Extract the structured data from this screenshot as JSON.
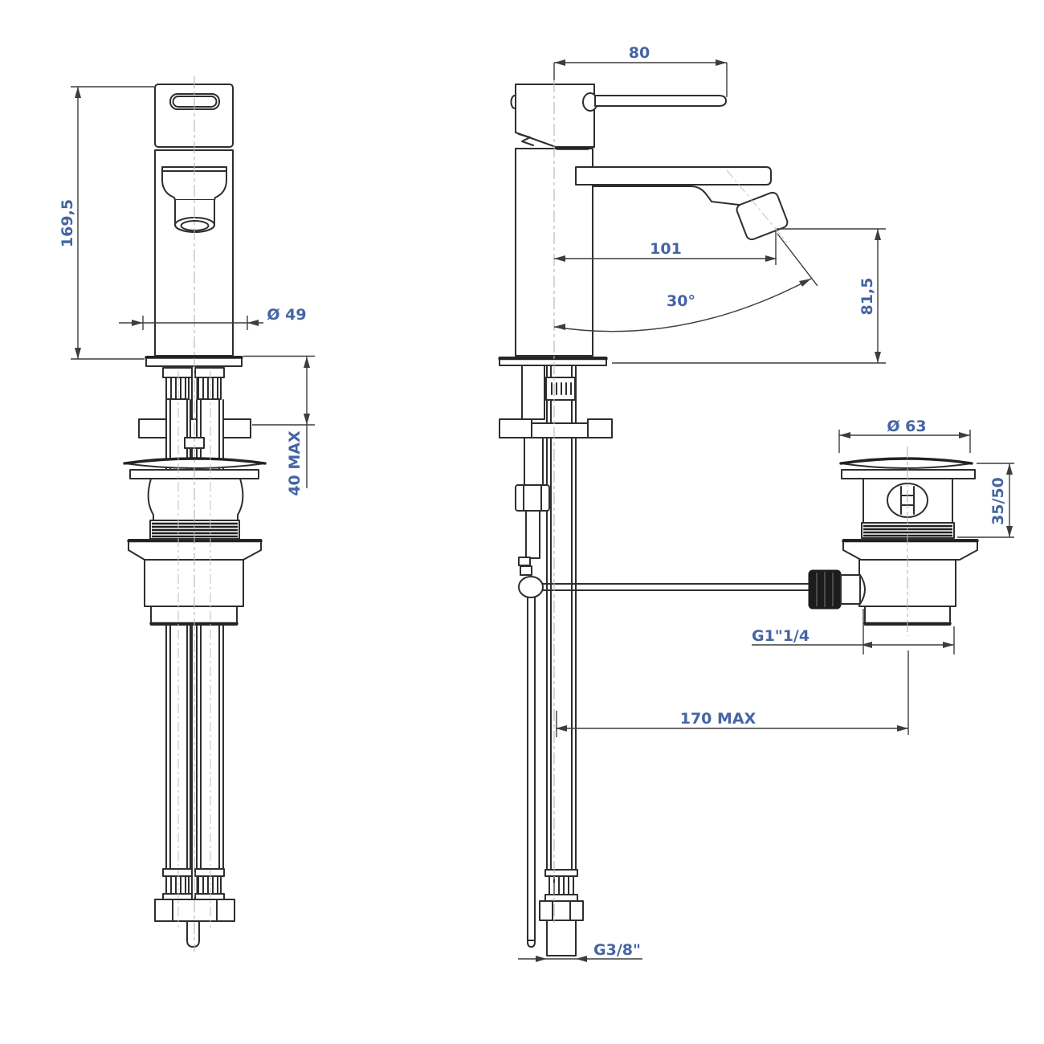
{
  "document": {
    "type": "technical-drawing",
    "subject": "single-lever basin mixer with pop-up waste"
  },
  "colors": {
    "background": "#ffffff",
    "outline": "#2e2e2e",
    "dimension_line": "#3d3d3d",
    "dimension_text": "#4565a3",
    "centerline": "#b4b4b4",
    "knurl_fill": "#1c1c1c"
  },
  "views": {
    "front": {
      "name": "Front view",
      "dimensions": {
        "height": "169,5",
        "body_diameter": "Ø 49",
        "deck_thickness": "40 MAX"
      }
    },
    "side": {
      "name": "Side view",
      "dimensions": {
        "handle_length": "80",
        "spout_reach": "101",
        "spout_angle": "30°",
        "spout_height": "81,5",
        "rod_reach": "170 MAX",
        "supply_thread": "G3/8\""
      }
    },
    "waste": {
      "name": "Pop-up waste detail",
      "dimensions": {
        "flange_diameter": "Ø 63",
        "mounting_depth": "35/50",
        "drain_thread": "G1\"1/4"
      }
    }
  }
}
